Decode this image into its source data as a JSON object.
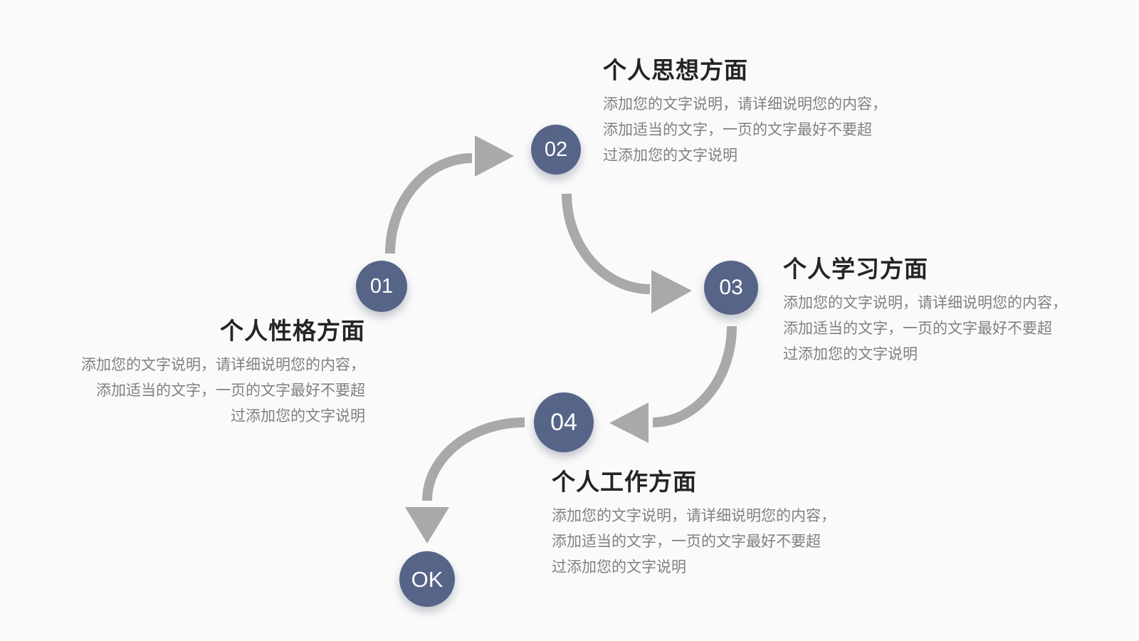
{
  "slide": {
    "background_color": "#fafafa",
    "node_color": "#566488",
    "node_text_color": "#ffffff",
    "arrow_color": "#a9a9a9",
    "title_color": "#242424",
    "body_color": "#808080"
  },
  "steps": [
    {
      "number": "01",
      "title": "个人性格方面",
      "body": [
        "添加您的文字说明，请详细说明您的内容，",
        "添加适当的文字，一页的文字最好不要超",
        "过添加您的文字说明"
      ]
    },
    {
      "number": "02",
      "title": "个人思想方面",
      "body": [
        "添加您的文字说明，请详细说明您的内容，",
        "添加适当的文字，一页的文字最好不要超",
        "过添加您的文字说明"
      ]
    },
    {
      "number": "03",
      "title": "个人学习方面",
      "body": [
        "添加您的文字说明，请详细说明您的内容，",
        "添加适当的文字，一页的文字最好不要超",
        "过添加您的文字说明"
      ]
    },
    {
      "number": "04",
      "title": "个人工作方面",
      "body": [
        "添加您的文字说明，请详细说明您的内容，",
        "添加适当的文字，一页的文字最好不要超",
        "过添加您的文字说明"
      ]
    },
    {
      "number": "OK"
    }
  ]
}
